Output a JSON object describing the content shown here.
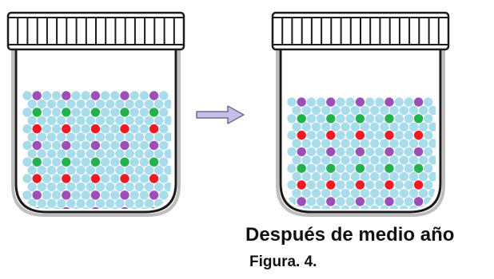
{
  "captions": {
    "after_label": "Después de medio año",
    "figure_label": "Figura. 4."
  },
  "colors": {
    "particle_default": "#a8dcea",
    "particle_purple": "#9b4fb8",
    "particle_green": "#22b14c",
    "particle_red": "#ed1c24",
    "arrow_fill": "#c4bfe6",
    "arrow_stroke": "#6e6a90",
    "outline": "#1a1a1a",
    "jar_shadow": "#bdbdbd"
  },
  "jars": [
    {
      "id": "before",
      "pattern": [
        "purple",
        "green",
        "red",
        "purple",
        "green",
        "red",
        "purple"
      ]
    },
    {
      "id": "after",
      "pattern": [
        "purple",
        "green",
        "red",
        "purple",
        "green",
        "red",
        "purple"
      ]
    }
  ],
  "icons": {
    "arrow": "right-arrow-icon"
  }
}
